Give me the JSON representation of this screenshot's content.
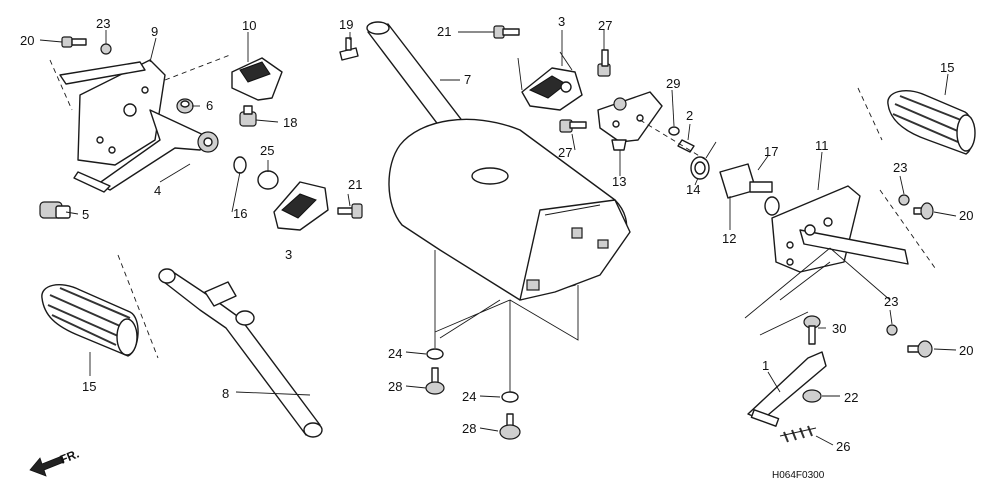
{
  "diagram": {
    "drawing_code": "H064F0300",
    "orientation_label": "FR.",
    "part_labels": {
      "p1": "1",
      "p2": "2",
      "p3a": "3",
      "p3b": "3",
      "p4": "4",
      "p5": "5",
      "p6": "6",
      "p7": "7",
      "p8": "8",
      "p9": "9",
      "p10": "10",
      "p11": "11",
      "p12": "12",
      "p13": "13",
      "p14": "14",
      "p15a": "15",
      "p15b": "15",
      "p16": "16",
      "p17": "17",
      "p18": "18",
      "p19": "19",
      "p20a": "20",
      "p20b": "20",
      "p20c": "20",
      "p21a": "21",
      "p21b": "21",
      "p22": "22",
      "p23a": "23",
      "p23b": "23",
      "p23c": "23",
      "p24a": "24",
      "p24b": "24",
      "p25": "25",
      "p26": "26",
      "p27a": "27",
      "p27b": "27",
      "p28a": "28",
      "p28b": "28",
      "p29": "29",
      "p30": "30"
    }
  }
}
